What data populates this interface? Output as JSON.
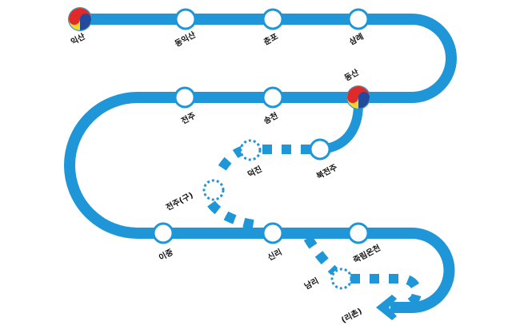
{
  "diagram": {
    "title": "",
    "colors": {
      "line": "#1e96d7",
      "station_fill": "#ffffff",
      "station_stroke": "#1e96d7",
      "label": "#111111",
      "taegeuk_red": "#e02a2a",
      "taegeuk_blue": "#244a9c",
      "taegeuk_yellow": "#f3d62e"
    },
    "main_line": {
      "stations": [
        {
          "id": "iksan",
          "name": "익산",
          "type": "major"
        },
        {
          "id": "dongiksan",
          "name": "동익산",
          "type": "regular"
        },
        {
          "id": "chunpo",
          "name": "춘포",
          "type": "regular"
        },
        {
          "id": "samnye",
          "name": "삼례",
          "type": "regular"
        },
        {
          "id": "dongsan",
          "name": "동산",
          "type": "major"
        },
        {
          "id": "songcheon",
          "name": "송천",
          "type": "regular"
        },
        {
          "id": "jeonju",
          "name": "전주",
          "type": "regular"
        },
        {
          "id": "ijung",
          "name": "이중",
          "type": "regular"
        },
        {
          "id": "sinri",
          "name": "신리",
          "type": "regular"
        },
        {
          "id": "jungnimoncheon",
          "name": "죽림온천",
          "type": "regular"
        }
      ],
      "continuation_label": "(리촌)",
      "continuation_icon": "arrow-left-icon"
    },
    "old_line": {
      "style": "dashed",
      "stations": [
        {
          "id": "bukjeonju",
          "name": "북전주",
          "type": "regular"
        },
        {
          "id": "deokjin",
          "name": "덕진",
          "type": "closed"
        },
        {
          "id": "jeonju-old",
          "name": "전주(구)",
          "type": "closed"
        },
        {
          "id": "namri",
          "name": "남리",
          "type": "closed"
        }
      ]
    }
  }
}
